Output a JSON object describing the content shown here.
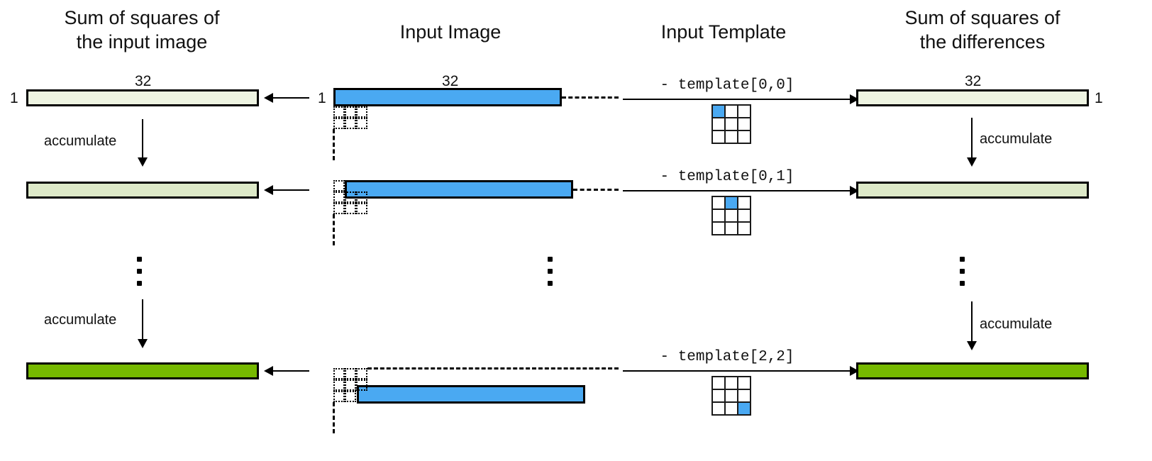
{
  "diagram": {
    "title_sum_squares_input": "Sum of squares of\nthe input image",
    "title_input_image": "Input Image",
    "title_input_template": "Input Template",
    "title_sum_squares_diff": "Sum of squares of\nthe differences",
    "accumulate_label": "accumulate",
    "dim_width": "32",
    "dim_height": "1",
    "colors": {
      "cream_light": "#eef4e2",
      "cream_mid": "#dde9c8",
      "green": "#76b900",
      "blue": "#4aa9f2",
      "outline": "#000000"
    },
    "rows": [
      {
        "template_label": "- template[0,0]",
        "template_highlight": [
          0,
          0
        ],
        "image_shift_col": 0,
        "image_shift_row": 0
      },
      {
        "template_label": "- template[0,1]",
        "template_highlight": [
          0,
          1
        ],
        "image_shift_col": 1,
        "image_shift_row": 0
      },
      {
        "template_label": "- template[2,2]",
        "template_highlight": [
          2,
          2
        ],
        "image_shift_col": 2,
        "image_shift_row": 2
      }
    ],
    "left_labels": {
      "row1_height": "1",
      "row1_width": "32"
    },
    "right_labels": {
      "row1_height": "1",
      "row1_width": "32"
    },
    "ellipsis": "vertical-ellipsis"
  }
}
